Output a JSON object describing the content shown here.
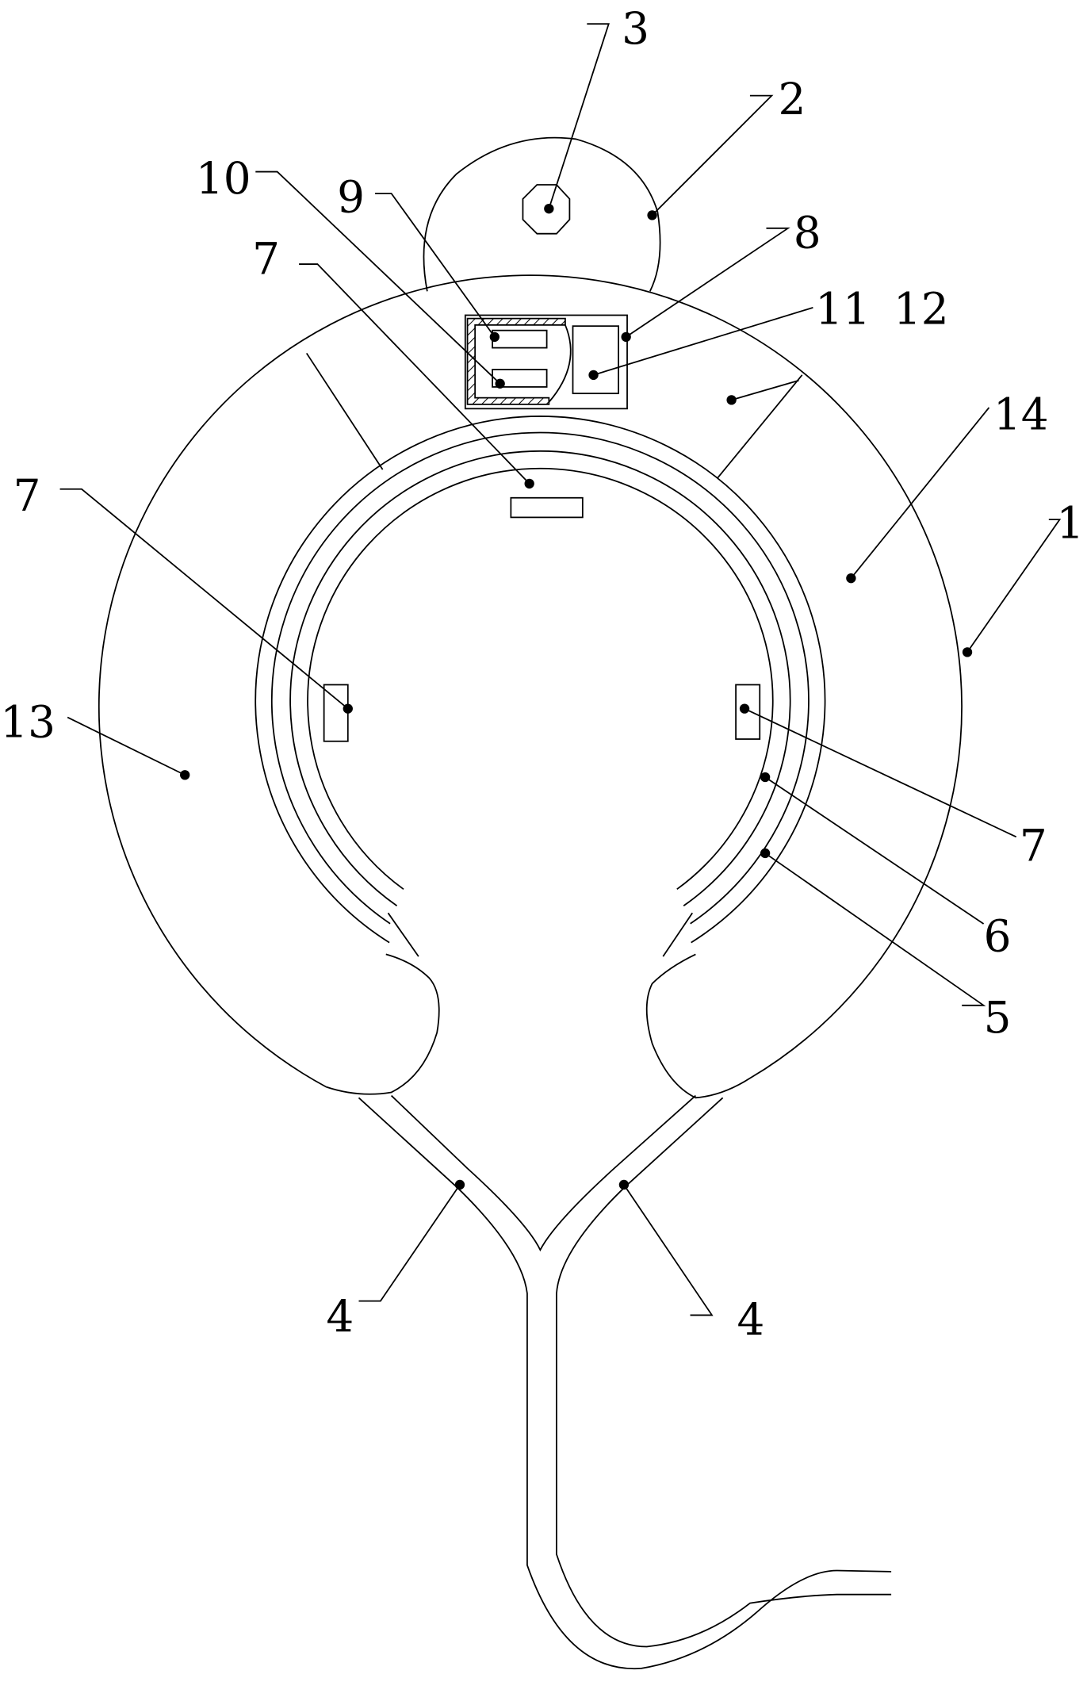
{
  "labels": {
    "l1": "1",
    "l2": "2",
    "l3": "3",
    "l4a": "4",
    "l4b": "4",
    "l5": "5",
    "l6": "6",
    "l7a": "7",
    "l7b": "7",
    "l7c": "7",
    "l8": "8",
    "l9": "9",
    "l10": "10",
    "l11": "11",
    "l12": "12",
    "l13": "13",
    "l14": "14"
  }
}
